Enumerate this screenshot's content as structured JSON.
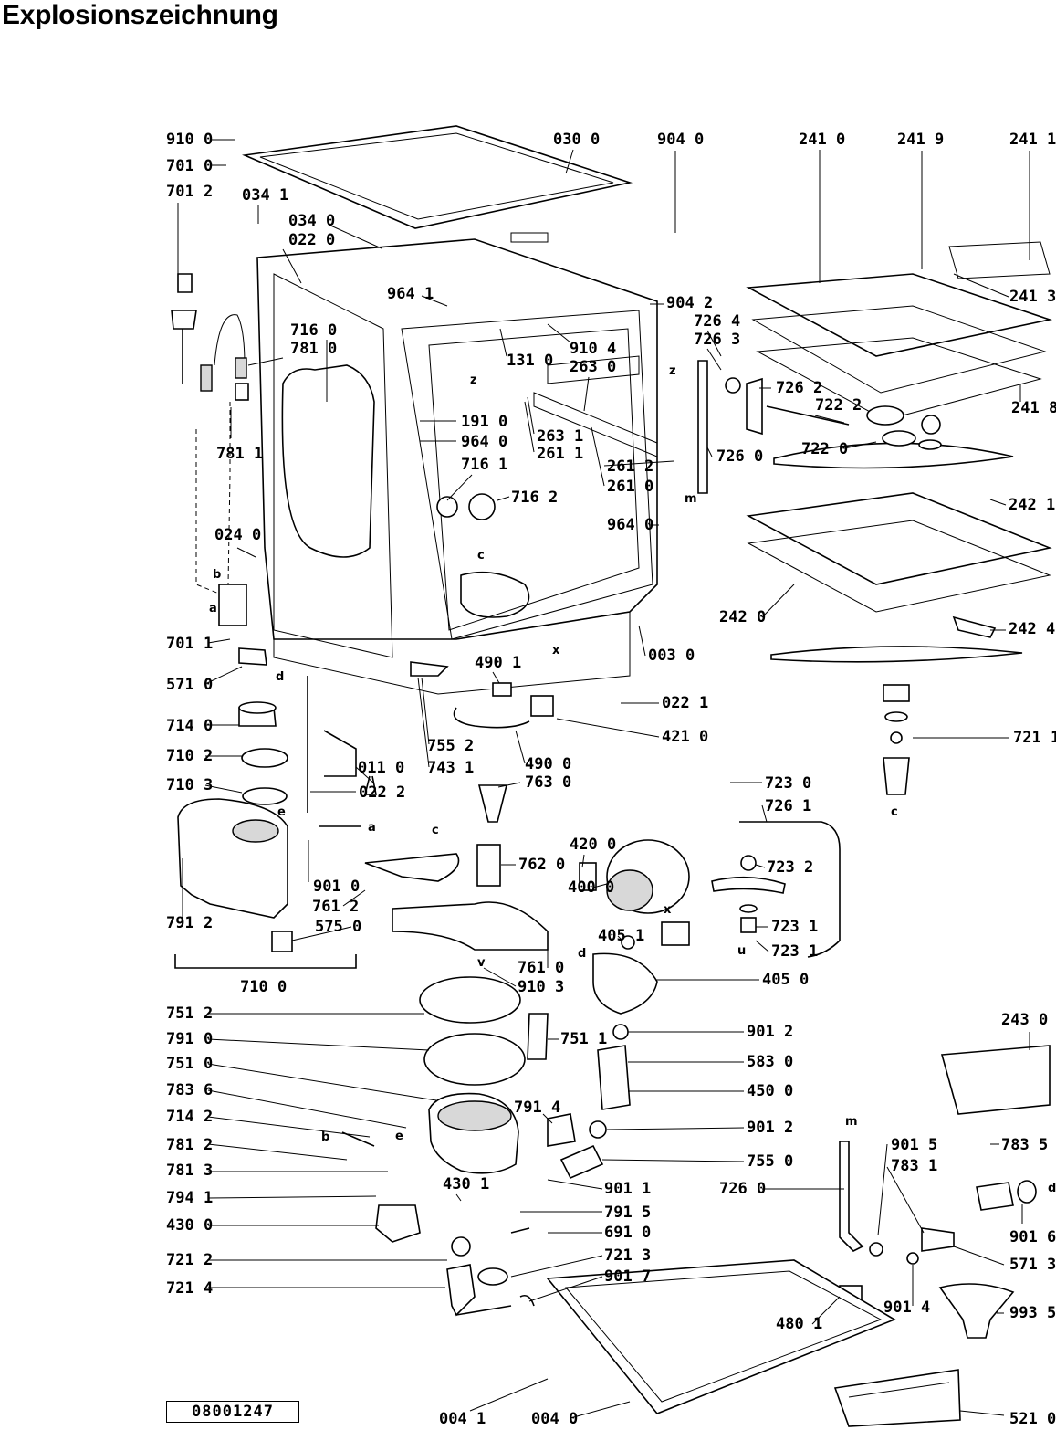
{
  "title": "Explosionszeichnung",
  "document_number": "08001247",
  "part_labels": [
    "910 0",
    "701 0",
    "701 2",
    "034 1",
    "034 0",
    "022 0",
    "030 0",
    "904 0",
    "241 0",
    "241 9",
    "241 1",
    "241 3",
    "241 8",
    "964 1",
    "904 2",
    "726 4",
    "726 3",
    "716 0",
    "781 0",
    "131 0",
    "910 4",
    "263 0",
    "726 2",
    "722 2",
    "722 0",
    "191 0",
    "964 0",
    "263 1",
    "261 1",
    "716 1",
    "261 2",
    "261 0",
    "726 0",
    "781 1",
    "716 2",
    "964 0",
    "242 1",
    "024 0",
    "242 0",
    "242 4",
    "003 0",
    "701 1",
    "571 0",
    "490 1",
    "022 1",
    "714 0",
    "421 0",
    "755 2",
    "710 2",
    "011 0",
    "743 1",
    "490 0",
    "763 0",
    "710 3",
    "022 2",
    "723 0",
    "726 1",
    "723 2",
    "721 1",
    "762 0",
    "420 0",
    "400 0",
    "901 0",
    "761 2",
    "791 2",
    "575 0",
    "405 1",
    "723 1",
    "723 1",
    "405 0",
    "761 0",
    "910 3",
    "710 0",
    "751 2",
    "751 1",
    "901 2",
    "243 0",
    "791 0",
    "583 0",
    "751 0",
    "450 0",
    "783 6",
    "791 4",
    "901 2",
    "714 2",
    "901 5",
    "783 5",
    "783 1",
    "781 2",
    "755 0",
    "781 3",
    "901 1",
    "726 0",
    "794 1",
    "430 1",
    "791 5",
    "901 6",
    "430 0",
    "691 0",
    "571 3",
    "721 2",
    "721 3",
    "721 4",
    "901 7",
    "480 1",
    "901 4",
    "993 5",
    "004 1",
    "004 0",
    "521 0"
  ],
  "letter_markers": [
    "z",
    "z",
    "m",
    "b",
    "a",
    "c",
    "x",
    "d",
    "e",
    "a",
    "c",
    "x",
    "u",
    "d",
    "v",
    "b",
    "e",
    "c",
    "d",
    "m"
  ]
}
